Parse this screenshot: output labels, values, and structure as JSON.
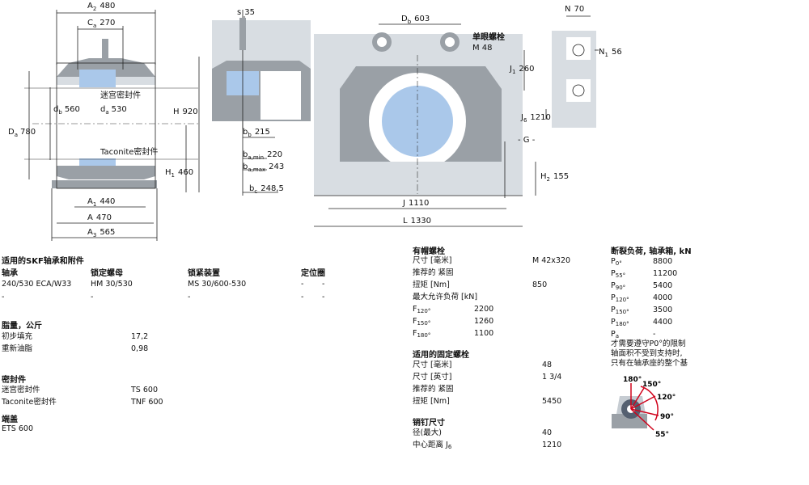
{
  "drawing": {
    "side": {
      "A2": "A",
      "A2_sub": "2",
      "A2_val": "480",
      "Ca": "C",
      "Ca_sub": "a",
      "Ca_val": "270",
      "db": "d",
      "db_sub": "b",
      "db_val": "560",
      "da": "d",
      "da_sub": "a",
      "da_val": "530",
      "Da": "D",
      "Da_sub": "a",
      "Da_val": "780",
      "H": "H",
      "H_val": "920",
      "H1": "H",
      "H1_sub": "1",
      "H1_val": "460",
      "A1": "A",
      "A1_sub": "1",
      "A1_val": "440",
      "A": "A",
      "A_val": "470",
      "A3": "A",
      "A3_sub": "3",
      "A3_val": "565",
      "label_labyrinth": "迷宫密封件",
      "label_taconite": "Taconite密封件"
    },
    "section": {
      "s": "s",
      "s_val": "35",
      "bb": "b",
      "bb_sub": "b",
      "bb_val": "215",
      "bamin": "b",
      "bamin_sub": "a,min",
      "bamin_val": "220",
      "bamax": "b",
      "bamax_sub": "a,max",
      "bamax_val": "243",
      "bc": "b",
      "bc_sub": "c",
      "bc_val": "248,5"
    },
    "front": {
      "Db": "D",
      "Db_sub": "b",
      "Db_val": "603",
      "eyebolt_label": "单眼螺栓",
      "eyebolt_val": "M 48",
      "J1": "J",
      "J1_sub": "1",
      "J1_val": "260",
      "G": "- G -",
      "H2": "H",
      "H2_sub": "2",
      "H2_val": "155",
      "J": "J",
      "J_val": "1110",
      "L": "L",
      "L_val": "1330"
    },
    "top": {
      "N": "N",
      "N_val": "70",
      "N1": "N",
      "N1_sub": "1",
      "N1_val": "56",
      "J6": "J",
      "J6_sub": "6",
      "J6_val": "1210"
    }
  },
  "specs": {
    "suitable": {
      "title": "适用的SKF轴承和附件",
      "headers": [
        "轴承",
        "锁定螺母",
        "锁紧装置",
        "定位圈"
      ],
      "rows": [
        [
          "240/530 ECA/W33",
          "HM 30/530",
          "MS 30/600-530",
          "-",
          "-"
        ],
        [
          "-",
          "-",
          "-",
          "-",
          "-"
        ]
      ]
    },
    "grease": {
      "title": "脂量，公斤",
      "rows": [
        {
          "label": "初步填充",
          "value": "17,2"
        },
        {
          "label": "重新油脂",
          "value": "0,98"
        }
      ]
    },
    "seals": {
      "title": "密封件",
      "rows": [
        {
          "label": "迷宫密封件",
          "value": "TS 600"
        },
        {
          "label": "Taconite密封件",
          "value": "TNF 600"
        }
      ]
    },
    "endcover": {
      "title": "端盖",
      "value": "ETS 600"
    },
    "capbolts": {
      "title": "有帽螺栓",
      "size_label": "尺寸 [毫米]",
      "size_value": "M 42x320",
      "torque_label1": "推荐的 紧固",
      "torque_label2": "扭矩 [Nm]",
      "torque_value": "850",
      "maxload_label": "最大允许负荷 [kN]",
      "loads": [
        {
          "sym": "F",
          "sub": "120°",
          "value": "2200"
        },
        {
          "sym": "F",
          "sub": "150°",
          "value": "1260"
        },
        {
          "sym": "F",
          "sub": "180°",
          "value": "1100"
        }
      ]
    },
    "fixing": {
      "title": "适用的固定螺栓",
      "rows": [
        {
          "label": "尺寸 [毫米]",
          "value": "48"
        },
        {
          "label": "尺寸 [英寸]",
          "value": "1 3/4"
        },
        {
          "label": "推荐的 紧固",
          "value": ""
        },
        {
          "label": "扭矩 [Nm]",
          "value": "5450"
        }
      ]
    },
    "dowel": {
      "title": "销钉尺寸",
      "rows": [
        {
          "label": "径(最大)",
          "value": "40"
        },
        {
          "label": "中心距离 J",
          "label_sub": "6",
          "value": "1210"
        }
      ]
    },
    "breaking": {
      "title": "断裂负荷, 轴承箱, kN",
      "rows": [
        {
          "sym": "P",
          "sub": "0°",
          "value": "8800"
        },
        {
          "sym": "P",
          "sub": "55°",
          "value": "11200"
        },
        {
          "sym": "P",
          "sub": "90°",
          "value": "5400"
        },
        {
          "sym": "P",
          "sub": "120°",
          "value": "4000"
        },
        {
          "sym": "P",
          "sub": "150°",
          "value": "3500"
        },
        {
          "sym": "P",
          "sub": "180°",
          "value": "4400"
        },
        {
          "sym": "P",
          "sub": "a",
          "value": "-"
        }
      ],
      "note": [
        "才需要遵守P0°的限制",
        "轴面积不受到支持时,",
        "只有在轴承座的整个基"
      ],
      "angles": [
        "180°",
        "150°",
        "120°",
        "90°",
        "55°"
      ],
      "accent": "#d0021b"
    }
  }
}
